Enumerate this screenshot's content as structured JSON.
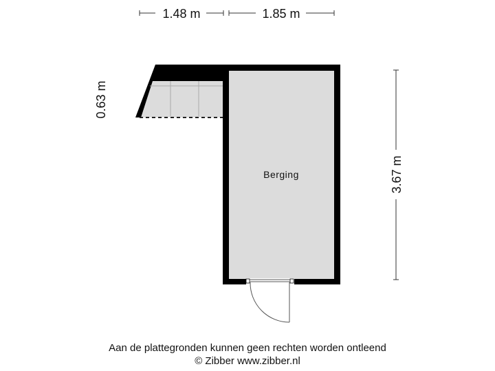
{
  "dimensions": {
    "top_left": "1.48 m",
    "top_right": "1.85 m",
    "left": "0.63 m",
    "right": "3.67 m"
  },
  "rooms": [
    {
      "name": "Berging"
    }
  ],
  "colors": {
    "wall": "#000000",
    "floor": "#dcdcdc",
    "dim_line": "#333333",
    "background": "#ffffff"
  },
  "footer": {
    "disclaimer": "Aan de plattegronden kunnen geen rechten worden ontleend",
    "copyright": "© Zibber www.zibber.nl"
  }
}
